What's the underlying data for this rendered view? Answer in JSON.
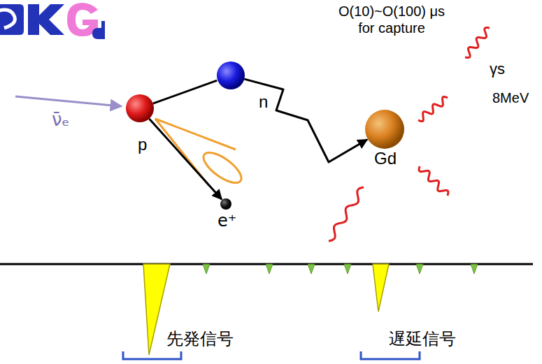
{
  "diagram": {
    "nodes": [
      {
        "text": [
          "p"
        ]
      },
      {
        "text": [
          "n"
        ]
      },
      {
        "text": [
          "Gd"
        ]
      },
      {
        "text": [
          "e⁺"
        ]
      }
    ],
    "edges": [
      {
        "from": 0,
        "to": 1,
        "arrow": "none"
      },
      {
        "from": 1,
        "to": 2,
        "arrow": "to"
      },
      {
        "from": 0,
        "to": 3,
        "arrow": "to"
      }
    ],
    "labels": [
      "O(10)~O(100) μs for capture",
      "ν̄ₑ",
      "γs",
      "8MeV",
      "先発信号",
      "遅延信号"
    ]
  }
}
